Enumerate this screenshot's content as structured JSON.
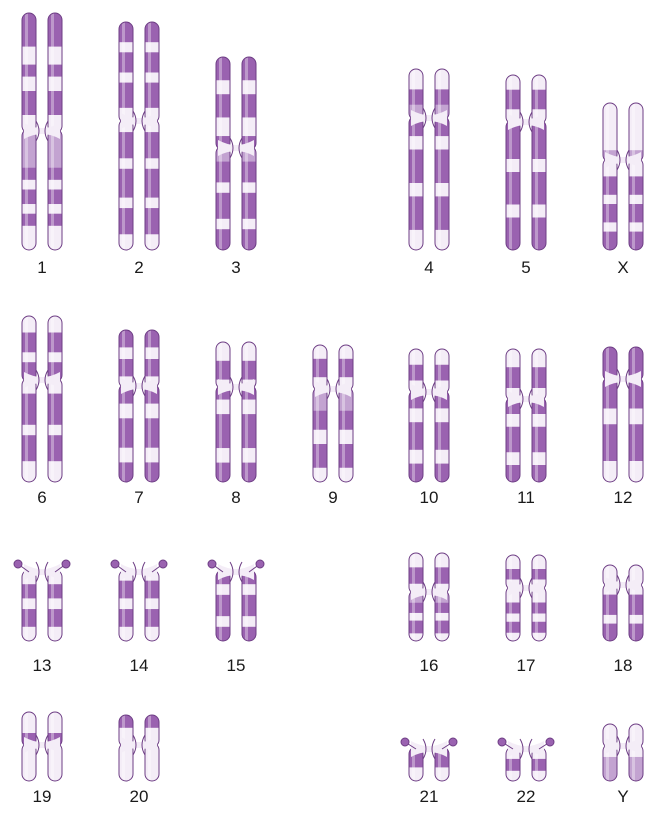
{
  "colors": {
    "band_dark": "#9a62b0",
    "band_light": "#f4edf7",
    "band_medium": "#c3a3d1",
    "outline": "#6e3e85",
    "label_text": "#1a1a1a"
  },
  "chromosomes": [
    {
      "id": "1",
      "label": "1",
      "type": "meta",
      "p": [
        {
          "l": 0.28,
          "c": "d"
        },
        {
          "l": 0.15,
          "c": "w"
        },
        {
          "l": 0.1,
          "c": "d"
        },
        {
          "l": 0.12,
          "c": "w"
        },
        {
          "l": 0.2,
          "c": "d"
        },
        {
          "l": 0.15,
          "c": "w"
        }
      ],
      "q": [
        {
          "l": 0.32,
          "c": "m"
        },
        {
          "l": 0.1,
          "c": "d"
        },
        {
          "l": 0.08,
          "c": "w"
        },
        {
          "l": 0.12,
          "c": "d"
        },
        {
          "l": 0.08,
          "c": "w"
        },
        {
          "l": 0.1,
          "c": "d"
        },
        {
          "l": 0.2,
          "c": "w"
        }
      ]
    },
    {
      "id": "2",
      "label": "2",
      "type": "meta",
      "p": [
        {
          "l": 0.2,
          "c": "d"
        },
        {
          "l": 0.1,
          "c": "w"
        },
        {
          "l": 0.2,
          "c": "d"
        },
        {
          "l": 0.1,
          "c": "w"
        },
        {
          "l": 0.25,
          "c": "d"
        },
        {
          "l": 0.15,
          "c": "w"
        }
      ],
      "q": [
        {
          "l": 0.1,
          "c": "w"
        },
        {
          "l": 0.2,
          "c": "d"
        },
        {
          "l": 0.08,
          "c": "w"
        },
        {
          "l": 0.22,
          "c": "d"
        },
        {
          "l": 0.08,
          "c": "w"
        },
        {
          "l": 0.2,
          "c": "d"
        },
        {
          "l": 0.12,
          "c": "w"
        }
      ]
    },
    {
      "id": "3",
      "label": "3",
      "type": "meta",
      "p": [
        {
          "l": 0.25,
          "c": "d"
        },
        {
          "l": 0.15,
          "c": "w"
        },
        {
          "l": 0.25,
          "c": "d"
        },
        {
          "l": 0.2,
          "c": "w"
        },
        {
          "l": 0.15,
          "c": "d"
        }
      ],
      "q": [
        {
          "l": 0.15,
          "c": "m"
        },
        {
          "l": 0.2,
          "c": "d"
        },
        {
          "l": 0.1,
          "c": "w"
        },
        {
          "l": 0.25,
          "c": "d"
        },
        {
          "l": 0.1,
          "c": "w"
        },
        {
          "l": 0.2,
          "c": "d"
        }
      ]
    },
    {
      "id": "4",
      "label": "4",
      "type": "sub",
      "p": [
        {
          "l": 0.4,
          "c": "w"
        },
        {
          "l": 0.3,
          "c": "d"
        },
        {
          "l": 0.3,
          "c": "m"
        }
      ],
      "q": [
        {
          "l": 0.15,
          "c": "d"
        },
        {
          "l": 0.1,
          "c": "w"
        },
        {
          "l": 0.25,
          "c": "d"
        },
        {
          "l": 0.1,
          "c": "w"
        },
        {
          "l": 0.25,
          "c": "d"
        },
        {
          "l": 0.15,
          "c": "w"
        }
      ]
    },
    {
      "id": "5",
      "label": "5",
      "type": "sub",
      "p": [
        {
          "l": 0.3,
          "c": "w"
        },
        {
          "l": 0.4,
          "c": "d"
        },
        {
          "l": 0.3,
          "c": "w"
        }
      ],
      "q": [
        {
          "l": 0.3,
          "c": "d"
        },
        {
          "l": 0.1,
          "c": "w"
        },
        {
          "l": 0.25,
          "c": "d"
        },
        {
          "l": 0.1,
          "c": "w"
        },
        {
          "l": 0.25,
          "c": "d"
        }
      ]
    },
    {
      "id": "X",
      "label": "X",
      "type": "sub",
      "p": [
        {
          "l": 0.5,
          "c": "w"
        },
        {
          "l": 0.3,
          "c": "w"
        },
        {
          "l": 0.2,
          "c": "m"
        }
      ],
      "q": [
        {
          "l": 0.2,
          "c": "w"
        },
        {
          "l": 0.2,
          "c": "d"
        },
        {
          "l": 0.1,
          "c": "w"
        },
        {
          "l": 0.2,
          "c": "d"
        },
        {
          "l": 0.1,
          "c": "w"
        },
        {
          "l": 0.2,
          "c": "d"
        }
      ]
    },
    {
      "id": "6",
      "label": "6",
      "type": "sub",
      "p": [
        {
          "l": 0.25,
          "c": "w"
        },
        {
          "l": 0.3,
          "c": "d"
        },
        {
          "l": 0.15,
          "c": "w"
        },
        {
          "l": 0.3,
          "c": "d"
        }
      ],
      "q": [
        {
          "l": 0.15,
          "c": "w"
        },
        {
          "l": 0.3,
          "c": "d"
        },
        {
          "l": 0.1,
          "c": "w"
        },
        {
          "l": 0.25,
          "c": "d"
        },
        {
          "l": 0.2,
          "c": "w"
        }
      ]
    },
    {
      "id": "7",
      "label": "7",
      "type": "sub",
      "p": [
        {
          "l": 0.3,
          "c": "d"
        },
        {
          "l": 0.2,
          "c": "w"
        },
        {
          "l": 0.3,
          "c": "d"
        },
        {
          "l": 0.2,
          "c": "w"
        }
      ],
      "q": [
        {
          "l": 0.2,
          "c": "d"
        },
        {
          "l": 0.15,
          "c": "w"
        },
        {
          "l": 0.3,
          "c": "d"
        },
        {
          "l": 0.15,
          "c": "w"
        },
        {
          "l": 0.2,
          "c": "d"
        }
      ]
    },
    {
      "id": "8",
      "label": "8",
      "type": "sub",
      "p": [
        {
          "l": 0.4,
          "c": "w"
        },
        {
          "l": 0.4,
          "c": "d"
        },
        {
          "l": 0.2,
          "c": "w"
        }
      ],
      "q": [
        {
          "l": 0.15,
          "c": "d"
        },
        {
          "l": 0.15,
          "c": "w"
        },
        {
          "l": 0.35,
          "c": "d"
        },
        {
          "l": 0.15,
          "c": "w"
        },
        {
          "l": 0.2,
          "c": "d"
        }
      ]
    },
    {
      "id": "9",
      "label": "9",
      "type": "sub",
      "p": [
        {
          "l": 0.3,
          "c": "w"
        },
        {
          "l": 0.4,
          "c": "d"
        },
        {
          "l": 0.3,
          "c": "w"
        }
      ],
      "q": [
        {
          "l": 0.25,
          "c": "m"
        },
        {
          "l": 0.2,
          "c": "d"
        },
        {
          "l": 0.15,
          "c": "w"
        },
        {
          "l": 0.25,
          "c": "d"
        },
        {
          "l": 0.15,
          "c": "w"
        }
      ]
    },
    {
      "id": "10",
      "label": "10",
      "type": "sub",
      "p": [
        {
          "l": 0.35,
          "c": "w"
        },
        {
          "l": 0.35,
          "c": "d"
        },
        {
          "l": 0.3,
          "c": "w"
        }
      ],
      "q": [
        {
          "l": 0.2,
          "c": "d"
        },
        {
          "l": 0.15,
          "c": "w"
        },
        {
          "l": 0.3,
          "c": "d"
        },
        {
          "l": 0.15,
          "c": "w"
        },
        {
          "l": 0.2,
          "c": "d"
        }
      ]
    },
    {
      "id": "11",
      "label": "11",
      "type": "sub",
      "p": [
        {
          "l": 0.35,
          "c": "w"
        },
        {
          "l": 0.4,
          "c": "d"
        },
        {
          "l": 0.25,
          "c": "w"
        }
      ],
      "q": [
        {
          "l": 0.2,
          "c": "d"
        },
        {
          "l": 0.15,
          "c": "w"
        },
        {
          "l": 0.3,
          "c": "d"
        },
        {
          "l": 0.15,
          "c": "w"
        },
        {
          "l": 0.2,
          "c": "d"
        }
      ]
    },
    {
      "id": "12",
      "label": "12",
      "type": "sub",
      "p": [
        {
          "l": 0.4,
          "c": "d"
        },
        {
          "l": 0.3,
          "c": "d"
        },
        {
          "l": 0.3,
          "c": "d"
        }
      ],
      "q": [
        {
          "l": 0.3,
          "c": "d"
        },
        {
          "l": 0.15,
          "c": "w"
        },
        {
          "l": 0.35,
          "c": "d"
        },
        {
          "l": 0.2,
          "c": "w"
        }
      ]
    },
    {
      "id": "13",
      "label": "13",
      "type": "acro",
      "p": [
        {
          "l": 1,
          "c": "w"
        }
      ],
      "q": [
        {
          "l": 0.2,
          "c": "w"
        },
        {
          "l": 0.2,
          "c": "d"
        },
        {
          "l": 0.15,
          "c": "w"
        },
        {
          "l": 0.25,
          "c": "d"
        },
        {
          "l": 0.2,
          "c": "w"
        }
      ]
    },
    {
      "id": "14",
      "label": "14",
      "type": "acro",
      "p": [
        {
          "l": 1,
          "c": "w"
        }
      ],
      "q": [
        {
          "l": 0.15,
          "c": "w"
        },
        {
          "l": 0.25,
          "c": "d"
        },
        {
          "l": 0.15,
          "c": "w"
        },
        {
          "l": 0.25,
          "c": "d"
        },
        {
          "l": 0.2,
          "c": "w"
        }
      ]
    },
    {
      "id": "15",
      "label": "15",
      "type": "acro",
      "p": [
        {
          "l": 1,
          "c": "w"
        }
      ],
      "q": [
        {
          "l": 0.2,
          "c": "d"
        },
        {
          "l": 0.15,
          "c": "w"
        },
        {
          "l": 0.3,
          "c": "d"
        },
        {
          "l": 0.15,
          "c": "w"
        },
        {
          "l": 0.2,
          "c": "d"
        }
      ]
    },
    {
      "id": "16",
      "label": "16",
      "type": "meta",
      "p": [
        {
          "l": 0.35,
          "c": "w"
        },
        {
          "l": 0.4,
          "c": "d"
        },
        {
          "l": 0.25,
          "c": "w"
        }
      ],
      "q": [
        {
          "l": 0.25,
          "c": "m"
        },
        {
          "l": 0.2,
          "c": "d"
        },
        {
          "l": 0.15,
          "c": "w"
        },
        {
          "l": 0.25,
          "c": "d"
        },
        {
          "l": 0.15,
          "c": "w"
        }
      ]
    },
    {
      "id": "17",
      "label": "17",
      "type": "sub",
      "p": [
        {
          "l": 0.4,
          "c": "w"
        },
        {
          "l": 0.3,
          "c": "d"
        },
        {
          "l": 0.3,
          "c": "w"
        }
      ],
      "q": [
        {
          "l": 0.3,
          "c": "w"
        },
        {
          "l": 0.2,
          "c": "d"
        },
        {
          "l": 0.15,
          "c": "w"
        },
        {
          "l": 0.2,
          "c": "d"
        },
        {
          "l": 0.15,
          "c": "w"
        }
      ]
    },
    {
      "id": "18",
      "label": "18",
      "type": "sub",
      "p": [
        {
          "l": 1,
          "c": "w"
        }
      ],
      "q": [
        {
          "l": 0.2,
          "c": "w"
        },
        {
          "l": 0.35,
          "c": "d"
        },
        {
          "l": 0.15,
          "c": "w"
        },
        {
          "l": 0.3,
          "c": "d"
        }
      ]
    },
    {
      "id": "19",
      "label": "19",
      "type": "meta",
      "p": [
        {
          "l": 0.6,
          "c": "w"
        },
        {
          "l": 0.4,
          "c": "d"
        }
      ],
      "q": [
        {
          "l": 0.35,
          "c": "w"
        },
        {
          "l": 0.65,
          "c": "w"
        }
      ]
    },
    {
      "id": "20",
      "label": "20",
      "type": "meta",
      "p": [
        {
          "l": 0.4,
          "c": "d"
        },
        {
          "l": 0.6,
          "c": "w"
        }
      ],
      "q": [
        {
          "l": 0.5,
          "c": "w"
        },
        {
          "l": 0.5,
          "c": "w"
        }
      ]
    },
    {
      "id": "21",
      "label": "21",
      "type": "acro",
      "p": [
        {
          "l": 1,
          "c": "w"
        }
      ],
      "q": [
        {
          "l": 0.6,
          "c": "d"
        },
        {
          "l": 0.4,
          "c": "w"
        }
      ]
    },
    {
      "id": "22",
      "label": "22",
      "type": "acro",
      "p": [
        {
          "l": 1,
          "c": "w"
        }
      ],
      "q": [
        {
          "l": 0.35,
          "c": "w"
        },
        {
          "l": 0.35,
          "c": "d"
        },
        {
          "l": 0.3,
          "c": "w"
        }
      ]
    },
    {
      "id": "Y",
      "label": "Y",
      "type": "sub",
      "p": [
        {
          "l": 1,
          "c": "w"
        }
      ],
      "q": [
        {
          "l": 0.35,
          "c": "w"
        },
        {
          "l": 0.65,
          "c": "m"
        }
      ]
    }
  ]
}
